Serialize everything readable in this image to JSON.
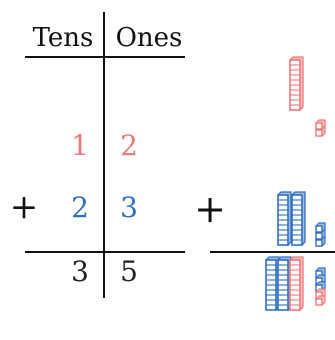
{
  "place_value_chart": {
    "headers": {
      "tens": "Tens",
      "ones": "Ones"
    },
    "plus_sign": "+",
    "addend_1": {
      "tens": "1",
      "ones": "2",
      "color": "#f07878"
    },
    "addend_2": {
      "tens": "2",
      "ones": "3",
      "color": "#2f6fc0"
    },
    "sum": {
      "tens": "3",
      "ones": "5",
      "color": "#222222"
    }
  },
  "base_ten_blocks": {
    "plus_sign": "+",
    "addend_1": {
      "tens_rods": 1,
      "ones_cubes": 2,
      "color": "#f07878"
    },
    "addend_2": {
      "tens_rods": 2,
      "ones_cubes": 3,
      "color": "#2f6fc0"
    },
    "sum": {
      "tens_rods": [
        {
          "count": 2,
          "color": "#2f6fc0"
        },
        {
          "count": 1,
          "color": "#f07878"
        }
      ],
      "ones_cubes": [
        {
          "count": 3,
          "color": "#2f6fc0"
        },
        {
          "count": 2,
          "color": "#f07878"
        }
      ]
    }
  }
}
